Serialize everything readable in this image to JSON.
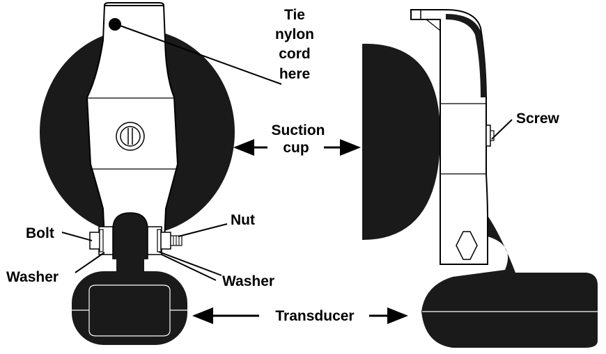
{
  "labels": {
    "tie_line1": "Tie",
    "tie_line2": "nylon",
    "tie_line3": "cord",
    "tie_line4": "here",
    "suction_line1": "Suction",
    "suction_line2": "cup",
    "screw": "Screw",
    "nut": "Nut",
    "bolt": "Bolt",
    "washer_left": "Washer",
    "washer_right": "Washer",
    "transducer": "Transducer"
  },
  "colors": {
    "ink": "#000000",
    "paper": "#ffffff",
    "part_fill": "#1a1a1a"
  }
}
